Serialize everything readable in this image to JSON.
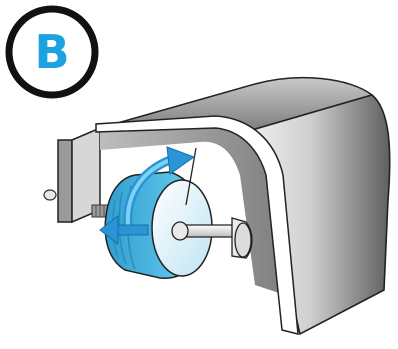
{
  "step": {
    "letter": "B"
  },
  "colors": {
    "badge_text": "#1aa3e0",
    "badge_ring": "#111111",
    "metal_light": "#f4f4f4",
    "metal_dark": "#6b6b6b",
    "knob": "#59c3ea",
    "knob_dark": "#2f9fcf",
    "arrow": "#2a95d6"
  },
  "icons": {
    "badge": "step-badge-circle",
    "rotate_arrow": "curved-arrow-clockwise",
    "pull_arrow": "arrow-left"
  }
}
